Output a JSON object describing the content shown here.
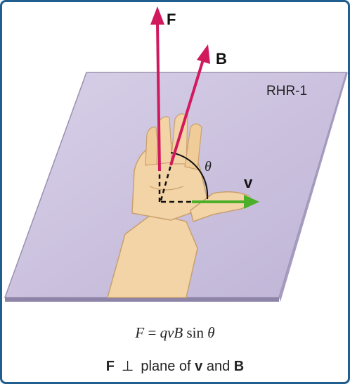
{
  "labels": {
    "force": "F",
    "field": "B",
    "velocity": "v",
    "angle": "θ",
    "rule_name": "RHR-1"
  },
  "formula": {
    "lhs": "F",
    "equals": " = ",
    "product": "qvB",
    "func": " sin ",
    "angle": "θ"
  },
  "statement": {
    "force": "F",
    "perp_symbol": "⊥",
    "text": "plane of",
    "v": "v",
    "and": "and",
    "b": "B"
  },
  "colors": {
    "force_arrow": "#d1195e",
    "field_arrow": "#d1195e",
    "velocity_arrow": "#4caf2a",
    "plane_fill": "#cbc1df",
    "hand_fill": "#f3d4a6",
    "frame_border": "#1f5e8f"
  }
}
